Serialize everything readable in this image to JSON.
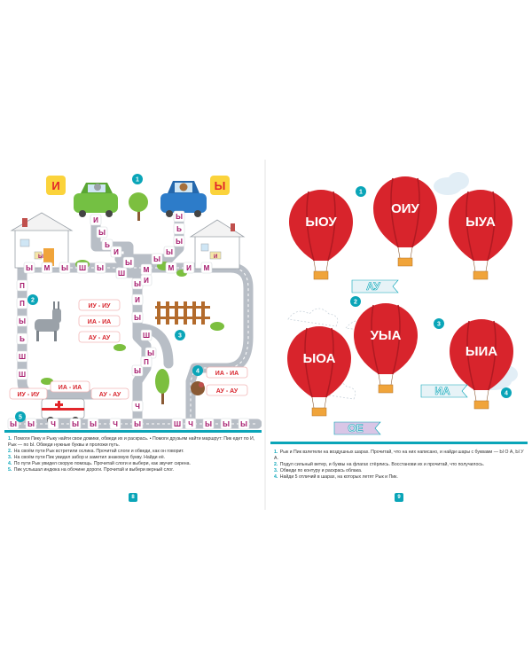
{
  "left_page": {
    "page_number": "8",
    "letter_cards": [
      "И",
      "Ы"
    ],
    "task_badges": [
      "1",
      "2",
      "3",
      "4",
      "5"
    ],
    "house_letters": [
      "Ы",
      "И"
    ],
    "path_tiles": {
      "top_left_column": [
        "И",
        "Ы",
        "Ь",
        "И",
        "Ы",
        "Ш",
        "Ы"
      ],
      "top_right_column": [
        "Ы",
        "Ь",
        "Ы",
        "Ы",
        "Ы",
        "М",
        "И"
      ],
      "row_ymshyu": [
        "Ы",
        "М",
        "Ы",
        "Ш",
        "Ы",
        "М",
        "И",
        "М"
      ],
      "left_column": [
        "П",
        "П",
        "Ы",
        "Ь",
        "Ш",
        "Ш"
      ],
      "middle_column": [
        "И",
        "Ы",
        "Ш",
        "Ы",
        "Ы",
        "П",
        "Ч"
      ],
      "bottom_row": [
        "Ы",
        "Ы",
        "Ч",
        "Ы",
        "Ы",
        "Ч",
        "Ы",
        "Ш",
        "Ч",
        "Ы",
        "Ы",
        "Ы"
      ]
    },
    "sound_options": {
      "donkey": [
        "ИУ - ИУ",
        "ИА - ИА",
        "АУ - АУ"
      ],
      "siren": [
        "ИУ - ИУ",
        "ИА - ИА",
        "АУ - АУ"
      ],
      "turkey": [
        "ИА - ИА",
        "АУ - АУ"
      ]
    },
    "instructions": [
      {
        "num": "1.",
        "text": "Помоги Пику и Рыку найти свои домики, обведи их и раскрась. • Помоги друзьям найти маршрут: Пик едет по И, Рык — по Ы. Обведи нужные буквы и проложи путь."
      },
      {
        "num": "2.",
        "text": "На своём пути Рык встретили ослика. Прочитай слоги и обведи, как он говорит."
      },
      {
        "num": "3.",
        "text": "На своём пути Пик увидел забор и заметил знакомую букву. Найди её."
      },
      {
        "num": "4.",
        "text": "По пути Рык увидел скорую помощь. Прочитай слоги и выбери, как звучит сирена."
      },
      {
        "num": "5.",
        "text": "Пик услышал индюка на обочине дороги. Прочитай и выбери верный слог."
      }
    ]
  },
  "right_page": {
    "page_number": "9",
    "task_badges": [
      "1",
      "2",
      "3",
      "4"
    ],
    "balloons": [
      "ЫОУ",
      "ОИУ",
      "ЫУА",
      "УЫА",
      "ЫОА",
      "ЫИА"
    ],
    "flags": [
      "АУ",
      "ИА",
      "ОЕ"
    ],
    "instructions": [
      {
        "num": "1.",
        "text": "Рык и Пик взлетели на воздушных шарах. Прочитай, что на них написано, и найди шары с буквами — Ы О А, Ы У А."
      },
      {
        "num": "2.",
        "text": "Подул сильный ветер, и буквы на флагах стёрлись. Восстанови их и прочитай, что получилось."
      },
      {
        "num": "3.",
        "text": "Обведи по контуру и раскрась облака."
      },
      {
        "num": "4.",
        "text": "Найди 5 отличий в шарах, на которых летят Рык и Пик."
      }
    ]
  },
  "colors": {
    "accent": "#0aa5b8",
    "tile_text": "#a4166a",
    "road": "#b8bec6",
    "balloon_red": "#d8242c",
    "card_yellow": "#fbd33b",
    "card_red": "#e2262b"
  }
}
